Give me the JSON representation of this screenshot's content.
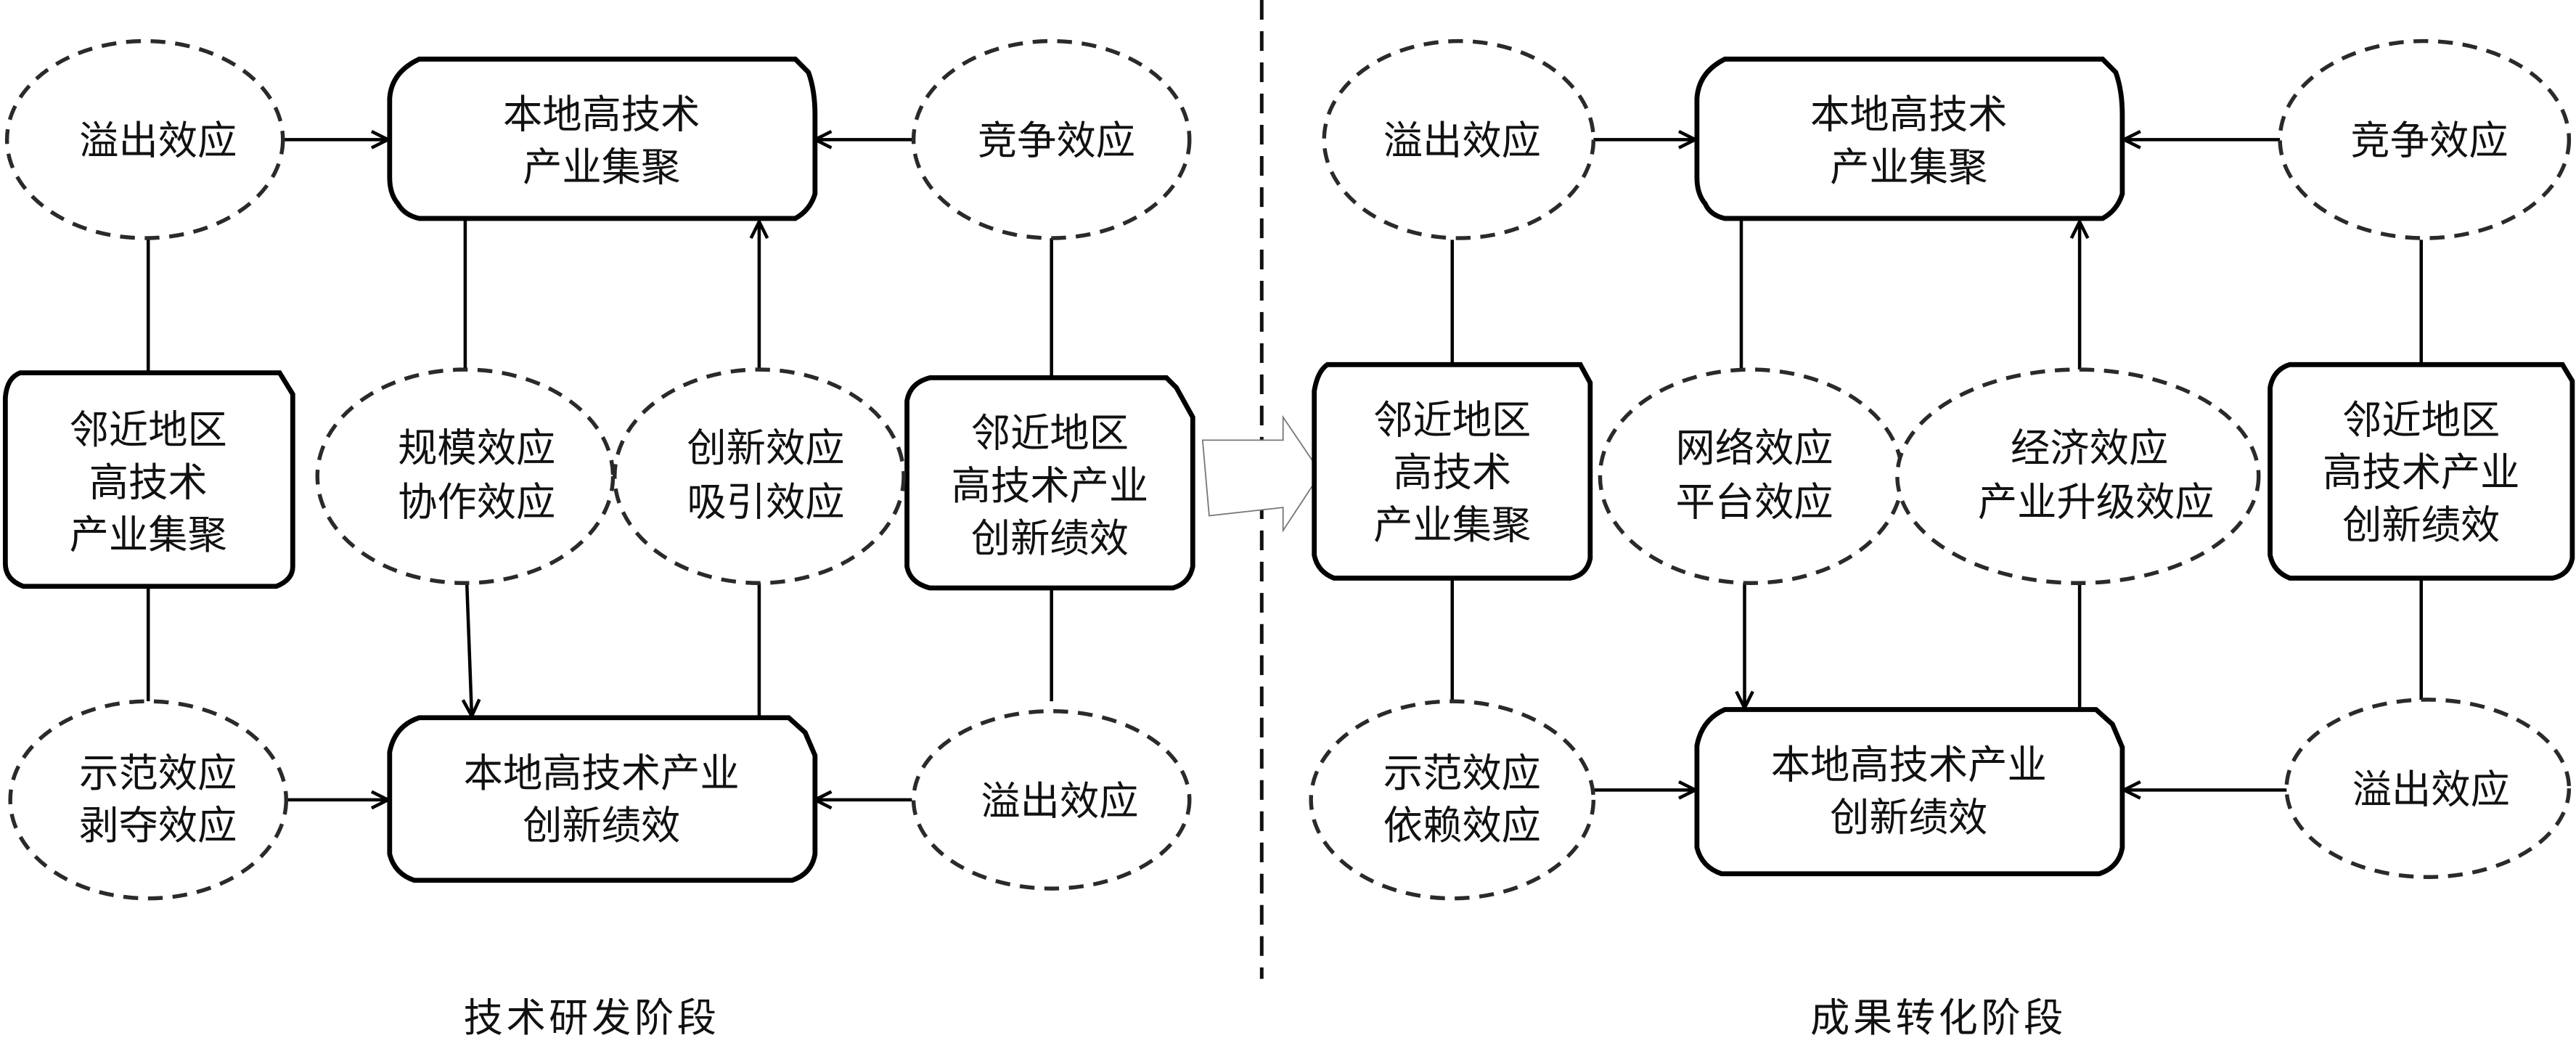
{
  "stages": [
    {
      "id": "rd",
      "label": "技术研发阶段",
      "boxes": {
        "local_cluster": [
          "本地高技术",
          "产业集聚"
        ],
        "neighbor_cluster": [
          "邻近地区",
          "高技术",
          "产业集聚"
        ],
        "neighbor_innovation": [
          "邻近地区",
          "高技术产业",
          "创新绩效"
        ],
        "local_innovation": [
          "本地高技术产业",
          "创新绩效"
        ]
      },
      "effects": {
        "top_left": [
          "溢出效应"
        ],
        "top_right": [
          "竞争效应"
        ],
        "mid_left": [
          "规模效应",
          "协作效应"
        ],
        "mid_right": [
          "创新效应",
          "吸引效应"
        ],
        "bottom_left": [
          "示范效应",
          "剥夺效应"
        ],
        "bottom_right": [
          "溢出效应"
        ]
      }
    },
    {
      "id": "transfer",
      "label": "成果转化阶段",
      "boxes": {
        "local_cluster": [
          "本地高技术",
          "产业集聚"
        ],
        "neighbor_cluster": [
          "邻近地区",
          "高技术",
          "产业集聚"
        ],
        "neighbor_innovation": [
          "邻近地区",
          "高技术产业",
          "创新绩效"
        ],
        "local_innovation": [
          "本地高技术产业",
          "创新绩效"
        ]
      },
      "effects": {
        "top_left": [
          "溢出效应"
        ],
        "top_right": [
          "竞争效应"
        ],
        "mid_left": [
          "网络效应",
          "平台效应"
        ],
        "mid_right": [
          "经济效应",
          "产业升级效应"
        ],
        "bottom_left": [
          "示范效应",
          "依赖效应"
        ],
        "bottom_right": [
          "溢出效应"
        ]
      }
    }
  ]
}
